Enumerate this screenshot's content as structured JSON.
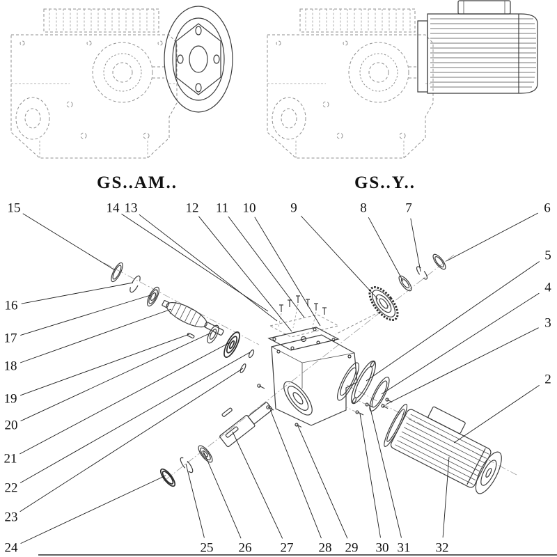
{
  "captions": {
    "left_model": "GS..AM..",
    "right_model": "GS..Y.."
  },
  "callouts": [
    {
      "num": "15",
      "label": [
        20,
        299
      ],
      "target": [
        165,
        388
      ]
    },
    {
      "num": "14",
      "label": [
        162,
        299
      ],
      "target": [
        385,
        447
      ]
    },
    {
      "num": "13",
      "label": [
        188,
        299
      ],
      "target": [
        398,
        461
      ]
    },
    {
      "num": "12",
      "label": [
        276,
        299
      ],
      "target": [
        419,
        476
      ]
    },
    {
      "num": "11",
      "label": [
        319,
        299
      ],
      "target": [
        437,
        456
      ]
    },
    {
      "num": "10",
      "label": [
        358,
        299
      ],
      "target": [
        460,
        468
      ]
    },
    {
      "num": "9",
      "label": [
        422,
        299
      ],
      "target": [
        543,
        430
      ]
    },
    {
      "num": "8",
      "label": [
        522,
        299
      ],
      "target": [
        579,
        404
      ]
    },
    {
      "num": "7",
      "label": [
        587,
        299
      ],
      "target": [
        604,
        390
      ]
    },
    {
      "num": "6",
      "label": [
        786,
        299
      ],
      "target": [
        641,
        375
      ]
    },
    {
      "num": "5",
      "label": [
        787,
        367
      ],
      "target": [
        526,
        547
      ]
    },
    {
      "num": "4",
      "label": [
        787,
        413
      ],
      "target": [
        548,
        566
      ]
    },
    {
      "num": "3",
      "label": [
        787,
        464
      ],
      "target": [
        554,
        581
      ]
    },
    {
      "num": "2",
      "label": [
        787,
        545
      ],
      "target": [
        652,
        636
      ]
    },
    {
      "num": "16",
      "label": [
        16,
        439
      ],
      "target": [
        191,
        406
      ]
    },
    {
      "num": "17",
      "label": [
        15,
        486
      ],
      "target": [
        216,
        424
      ]
    },
    {
      "num": "18",
      "label": [
        15,
        526
      ],
      "target": [
        246,
        444
      ]
    },
    {
      "num": "19",
      "label": [
        15,
        573
      ],
      "target": [
        272,
        480
      ]
    },
    {
      "num": "20",
      "label": [
        16,
        611
      ],
      "target": [
        303,
        478
      ]
    },
    {
      "num": "21",
      "label": [
        15,
        659
      ],
      "target": [
        330,
        492
      ]
    },
    {
      "num": "22",
      "label": [
        16,
        701
      ],
      "target": [
        359,
        506
      ]
    },
    {
      "num": "23",
      "label": [
        16,
        743
      ],
      "target": [
        349,
        529
      ]
    },
    {
      "num": "24",
      "label": [
        16,
        787
      ],
      "target": [
        238,
        683
      ]
    },
    {
      "num": "25",
      "label": [
        297,
        787
      ],
      "target": [
        267,
        666
      ]
    },
    {
      "num": "26",
      "label": [
        352,
        787
      ],
      "target": [
        293,
        650
      ]
    },
    {
      "num": "27",
      "label": [
        412,
        787
      ],
      "target": [
        334,
        620
      ]
    },
    {
      "num": "28",
      "label": [
        467,
        787
      ],
      "target": [
        388,
        588
      ]
    },
    {
      "num": "29",
      "label": [
        505,
        787
      ],
      "target": [
        428,
        612
      ]
    },
    {
      "num": "30",
      "label": [
        549,
        787
      ],
      "target": [
        517,
        594
      ]
    },
    {
      "num": "31",
      "label": [
        580,
        787
      ],
      "target": [
        531,
        583
      ]
    },
    {
      "num": "32",
      "label": [
        635,
        787
      ],
      "target": [
        645,
        656
      ]
    }
  ]
}
